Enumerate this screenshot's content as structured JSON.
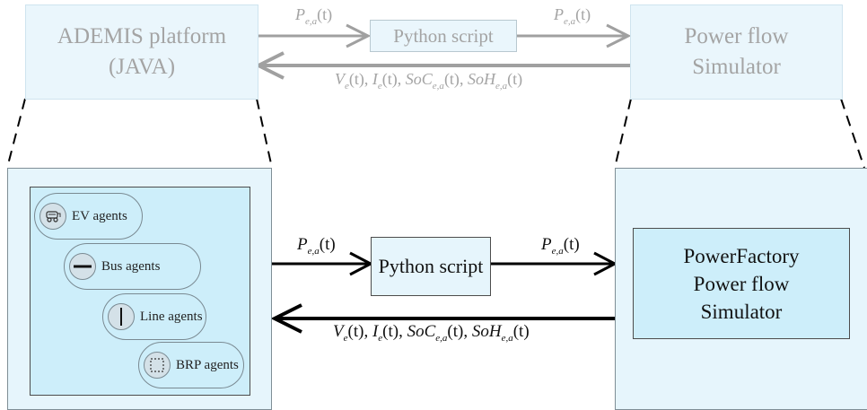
{
  "top": {
    "ademis_line1": "ADEMIS platform",
    "ademis_line2": "(JAVA)",
    "python": "Python script",
    "simulator_line1": "Power flow",
    "simulator_line2": "Simulator"
  },
  "bottom": {
    "python": "Python script",
    "powerfactory_line1": "PowerFactory",
    "powerfactory_line2": "Power flow",
    "powerfactory_line3": "Simulator",
    "agents": [
      "EV agents",
      "Bus agents",
      "Line agents",
      "BRP agents"
    ]
  },
  "signals": {
    "p": "P",
    "p_sub": "e,a",
    "t": "(t)",
    "v": "V",
    "v_sub": "e",
    "i": "I",
    "i_sub": "e",
    "soc": "SoC",
    "soc_sub": "e,a",
    "soh": "SoH",
    "soh_sub": "e,a",
    "sep": ", "
  },
  "colors": {
    "faded_arrow": "#a0a0a0",
    "bold_arrow": "#000000",
    "panel_fill": "#e6f5fc",
    "inner_fill": "#cdeefa"
  }
}
